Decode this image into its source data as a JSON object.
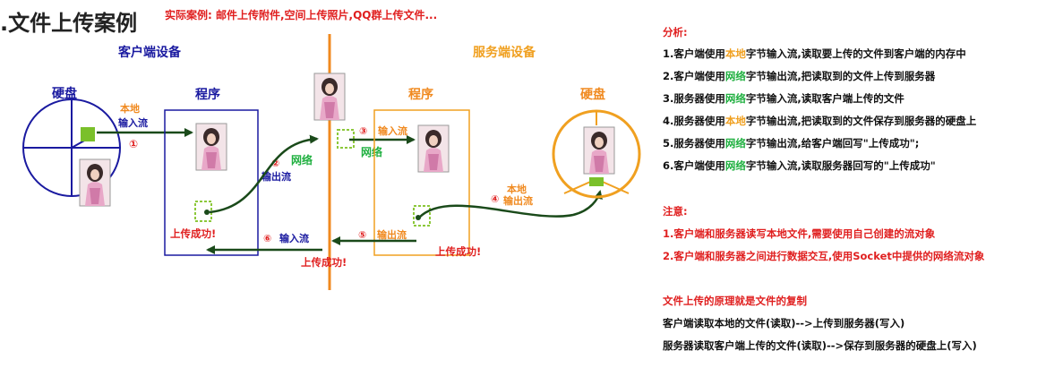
{
  "title": ".文件上传案例",
  "subtitle": "实际案例: 邮件上传附件,空间上传照片,QQ群上传文件...",
  "diagram": {
    "client_device": "客户端设备",
    "server_device": "服务端设备",
    "client_disk": "硬盘",
    "client_program": "程序",
    "server_program": "程序",
    "server_disk": "硬盘",
    "local1": "本地",
    "input_stream1": "输入流",
    "step1": "①",
    "step2": "②",
    "output_stream2": "输出流",
    "network": "网络",
    "step3": "③",
    "input_stream3": "输入流",
    "network3": "网络",
    "step4": "④",
    "local4": "本地",
    "output_stream4": "输出流",
    "step5": "⑤",
    "output_stream5": "输出流",
    "step6": "⑥",
    "input_stream6": "输入流",
    "success_client": "上传成功!",
    "success_middle": "上传成功!",
    "success_server": "上传成功!",
    "colors": {
      "blue": "#1a1aa0",
      "orange": "#f0a020",
      "green": "#1a4a1a",
      "red": "#e02020",
      "lightgreen": "#7ac02a"
    }
  },
  "analysis": {
    "heading": "分析:",
    "lines": [
      {
        "n": "1.客户端使用",
        "k": "本地",
        "kc": "orange",
        "r": "字节输入流,读取要上传的文件到客户端的内存中"
      },
      {
        "n": "2.客户端使用",
        "k": "网络",
        "kc": "green",
        "r": "字节输出流,把读取到的文件上传到服务器"
      },
      {
        "n": "3.服务器使用",
        "k": "网络",
        "kc": "green",
        "r": "字节输入流,读取客户端上传的文件"
      },
      {
        "n": "4.服务器使用",
        "k": "本地",
        "kc": "orange",
        "r": "字节输出流,把读取到的文件保存到服务器的硬盘上"
      },
      {
        "n": "5.服务器使用",
        "k": "网络",
        "kc": "green",
        "r": "字节输出流,给客户端回写\"上传成功\";"
      },
      {
        "n": "6.客户端使用",
        "k": "网络",
        "kc": "green",
        "r": "字节输入流,读取服务器回写的\"上传成功\""
      }
    ]
  },
  "notice": {
    "heading": "注意:",
    "lines": [
      "1.客户端和服务器读写本地文件,需要使用自己创建的流对象",
      "2.客户端和服务器之间进行数据交互,使用Socket中提供的网络流对象"
    ]
  },
  "principle": {
    "heading": "文件上传的原理就是文件的复制",
    "lines": [
      "客户端读取本地的文件(读取)-->上传到服务器(写入)",
      "服务器读取客户端上传的文件(读取)-->保存到服务器的硬盘上(写入)"
    ]
  }
}
